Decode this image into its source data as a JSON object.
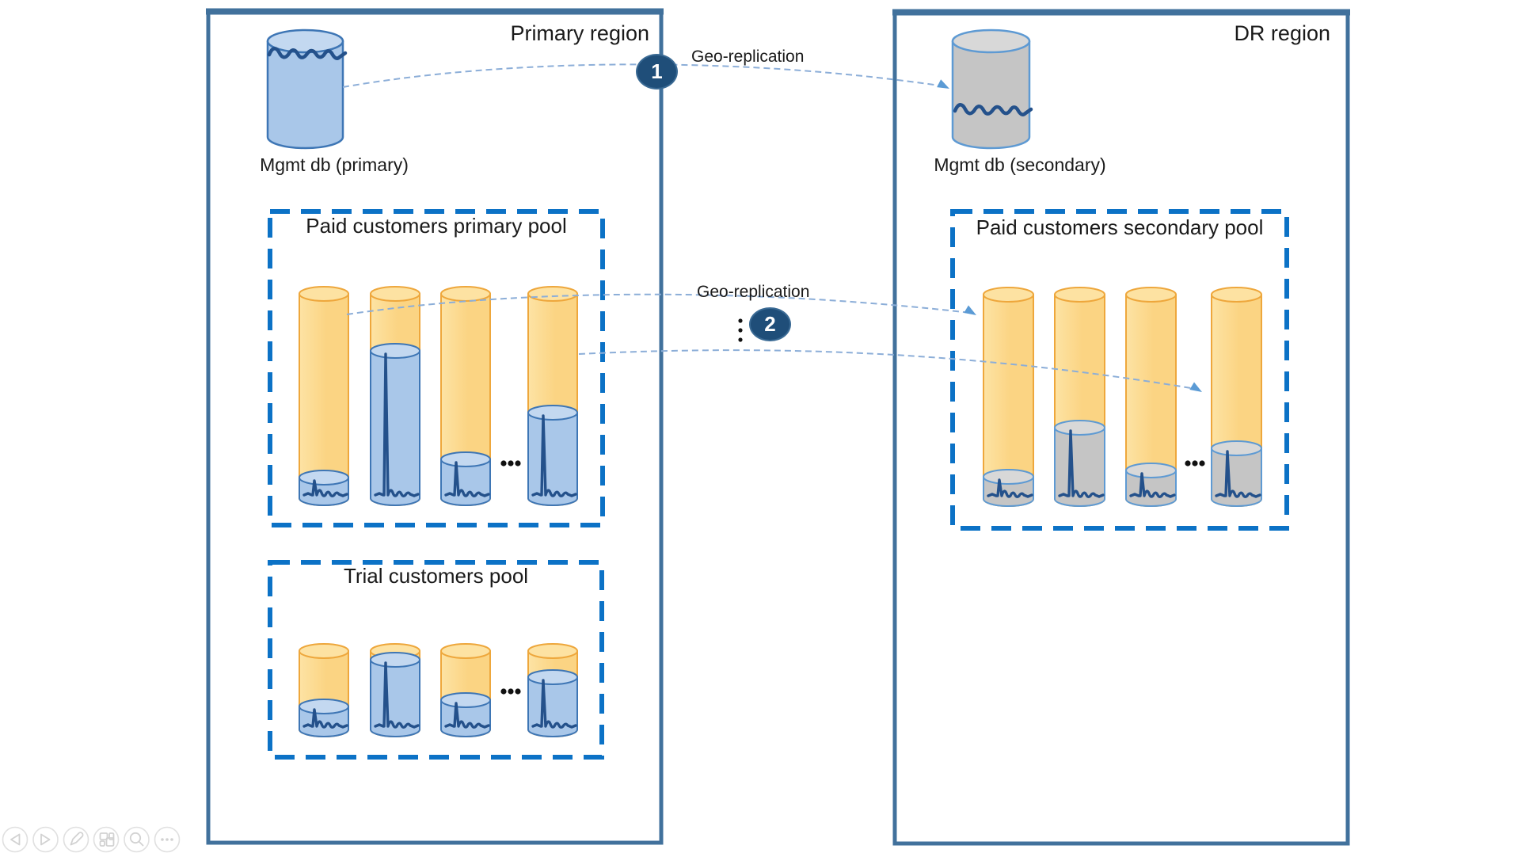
{
  "colors": {
    "background": "#FFFFFF",
    "region_border": "#41719C",
    "pool_border": "#0C72C6",
    "text": "#1A1A1A",
    "cyl_yellow_fill": "#FBD483",
    "cyl_yellow_fill_light": "#FDE3A4",
    "cyl_yellow_top": "#FDE2A2",
    "cyl_yellow_stroke": "#EEA73C",
    "cyl_blue_fill": "#A9C7E9",
    "cyl_blue_top": "#C3D8F0",
    "cyl_blue_stroke": "#3E76B5",
    "cyl_gray_fill": "#C5C5C5",
    "cyl_gray_top": "#D8D8D8",
    "cyl_gray_stroke": "#5E9AD3",
    "sparkline": "#24518B",
    "arrow_line": "#8CAED8",
    "arrow_head": "#5B9BD5",
    "badge_bg": "#1F4E79",
    "badge_border": "#3A6A94",
    "badge_text": "#FFFFFF",
    "ellipsis_dots": "#111111",
    "toolbar_outline": "#E0E0E0",
    "toolbar_icon": "#D2D2D2"
  },
  "slide": {
    "regions": [
      {
        "title": "Primary region",
        "db_label": "Mgmt db (primary)"
      },
      {
        "title": "DR region",
        "db_label": "Mgmt db (secondary)"
      }
    ],
    "pools": [
      {
        "title": "Paid customers primary pool",
        "fill_levels": [
          0.1,
          0.72,
          0.19,
          0.42
        ],
        "fill_style": "blue",
        "ellipsis": "..."
      },
      {
        "title": "Trial customers pool",
        "fill_levels": [
          0.29,
          0.89,
          0.37,
          0.67
        ],
        "fill_style": "blue",
        "ellipsis": "..."
      },
      {
        "title": "Paid customers secondary pool",
        "fill_levels": [
          0.11,
          0.35,
          0.14,
          0.25
        ],
        "fill_style": "gray",
        "ellipsis": "..."
      }
    ],
    "arrows": [
      {
        "badge": "1",
        "label": "Geo-replication"
      },
      {
        "badge": "2",
        "label": "Geo-replication"
      }
    ],
    "vertical_ellipsis": "⋮"
  },
  "toolbar": {
    "buttons": [
      {
        "name": "previous-slide"
      },
      {
        "name": "next-slide"
      },
      {
        "name": "pen"
      },
      {
        "name": "see-all-slides"
      },
      {
        "name": "zoom"
      },
      {
        "name": "more-options"
      }
    ]
  }
}
